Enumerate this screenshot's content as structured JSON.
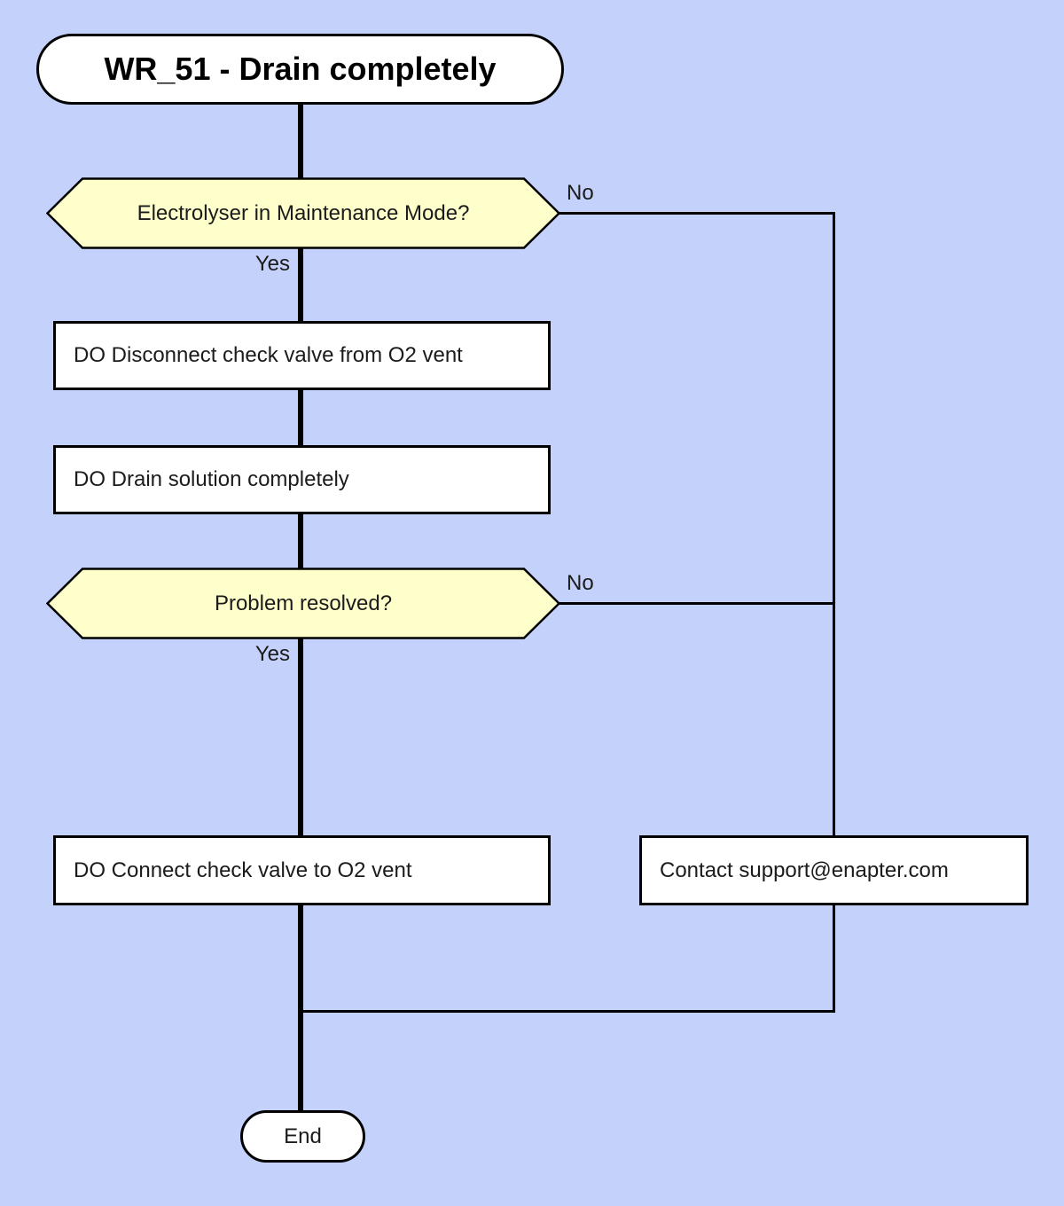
{
  "colors": {
    "background": "#c4d1fa",
    "node_fill": "#ffffff",
    "decision_fill": "#ffffcc",
    "line_color": "#000000",
    "text_color": "#1b1b1b"
  },
  "flowchart": {
    "start": "WR_51 - Drain completely",
    "decision_maintenance": "Electrolyser in Maintenance Mode?",
    "process_disconnect": "DO Disconnect check valve from O2 vent",
    "process_drain": "DO Drain solution completely",
    "decision_resolved": "Problem resolved?",
    "process_connect": "DO Connect check valve to O2 vent",
    "process_contact": "Contact support@enapter.com",
    "end": "End",
    "edge_labels": {
      "decision1_yes": "Yes",
      "decision1_no": "No",
      "decision2_yes": "Yes",
      "decision2_no": "No"
    }
  }
}
